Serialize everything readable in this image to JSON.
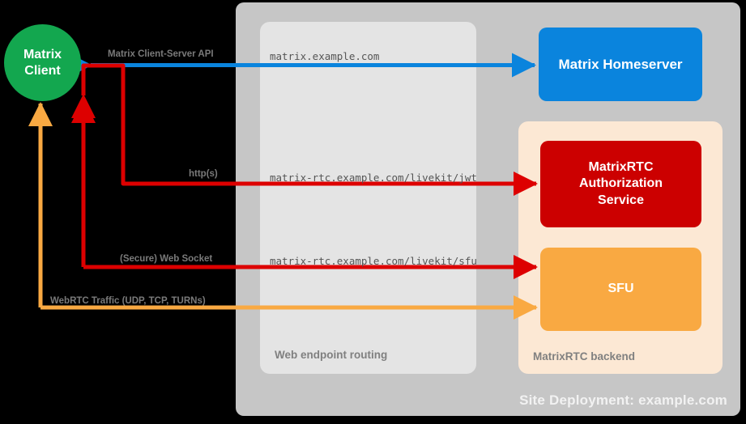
{
  "site": {
    "label": "Site Deployment: example.com"
  },
  "panels": {
    "routing": {
      "label": "Web endpoint routing"
    },
    "backend": {
      "label": "MatrixRTC backend"
    }
  },
  "nodes": {
    "client": {
      "label": "Matrix\nClient",
      "color": "#13a74f"
    },
    "homeserver": {
      "label": "Matrix Homeserver",
      "color": "#0a84dd"
    },
    "auth": {
      "label": "MatrixRTC\nAuthorization\nService",
      "color": "#cc0000"
    },
    "sfu": {
      "label": "SFU",
      "color": "#f9a942"
    }
  },
  "edges": [
    {
      "id": "api",
      "label": "Matrix Client-Server API",
      "color": "#0a84dd",
      "url": "matrix.example.com"
    },
    {
      "id": "http",
      "label": "http(s)",
      "color": "#dd0000",
      "url": "matrix-rtc.example.com/livekit/jwt"
    },
    {
      "id": "ws",
      "label": "(Secure) Web Socket",
      "color": "#dd0000",
      "url": "matrix-rtc.example.com/livekit/sfu"
    },
    {
      "id": "webrtc",
      "label": "WebRTC Traffic (UDP, TCP, TURNs)",
      "color": "#f9a942",
      "url": ""
    }
  ],
  "colors": {
    "background": "#000000",
    "site_panel": "#c6c6c6",
    "routing_panel": "#e4e4e4",
    "backend_panel": "#fce8d4",
    "label_gray": "#7a7a7a",
    "url_gray": "#555555"
  }
}
